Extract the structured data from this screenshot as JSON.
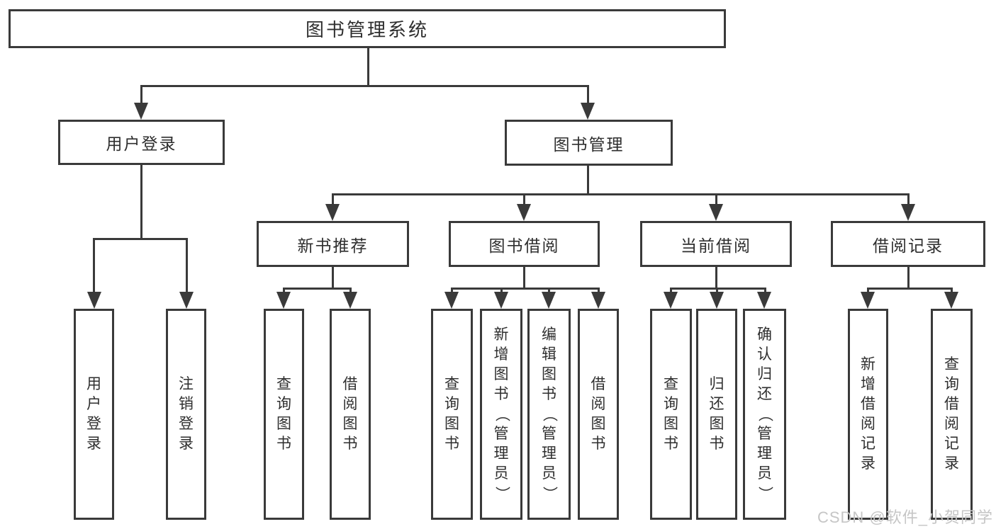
{
  "diagram": {
    "title": "图书管理系统",
    "branches": [
      {
        "label": "用户登录",
        "children": [
          "用户登录",
          "注销登录"
        ]
      },
      {
        "label": "图书管理",
        "children": [
          {
            "label": "新书推荐",
            "children": [
              "查询图书",
              "借阅图书"
            ]
          },
          {
            "label": "图书借阅",
            "children": [
              "查询图书",
              "新增图书（管理员）",
              "编辑图书（管理员）",
              "借阅图书"
            ]
          },
          {
            "label": "当前借阅",
            "children": [
              "查询图书",
              "归还图书",
              "确认归还（管理员）"
            ]
          },
          {
            "label": "借阅记录",
            "children": [
              "新增借阅记录",
              "查询借阅记录"
            ]
          }
        ]
      }
    ]
  },
  "watermark": {
    "text": "CSDN @软件_小贺同学"
  },
  "colors": {
    "line": "#3a3a3a",
    "text": "#2e2e2e",
    "background": "#ffffff",
    "watermark": "#c6c6c6"
  }
}
